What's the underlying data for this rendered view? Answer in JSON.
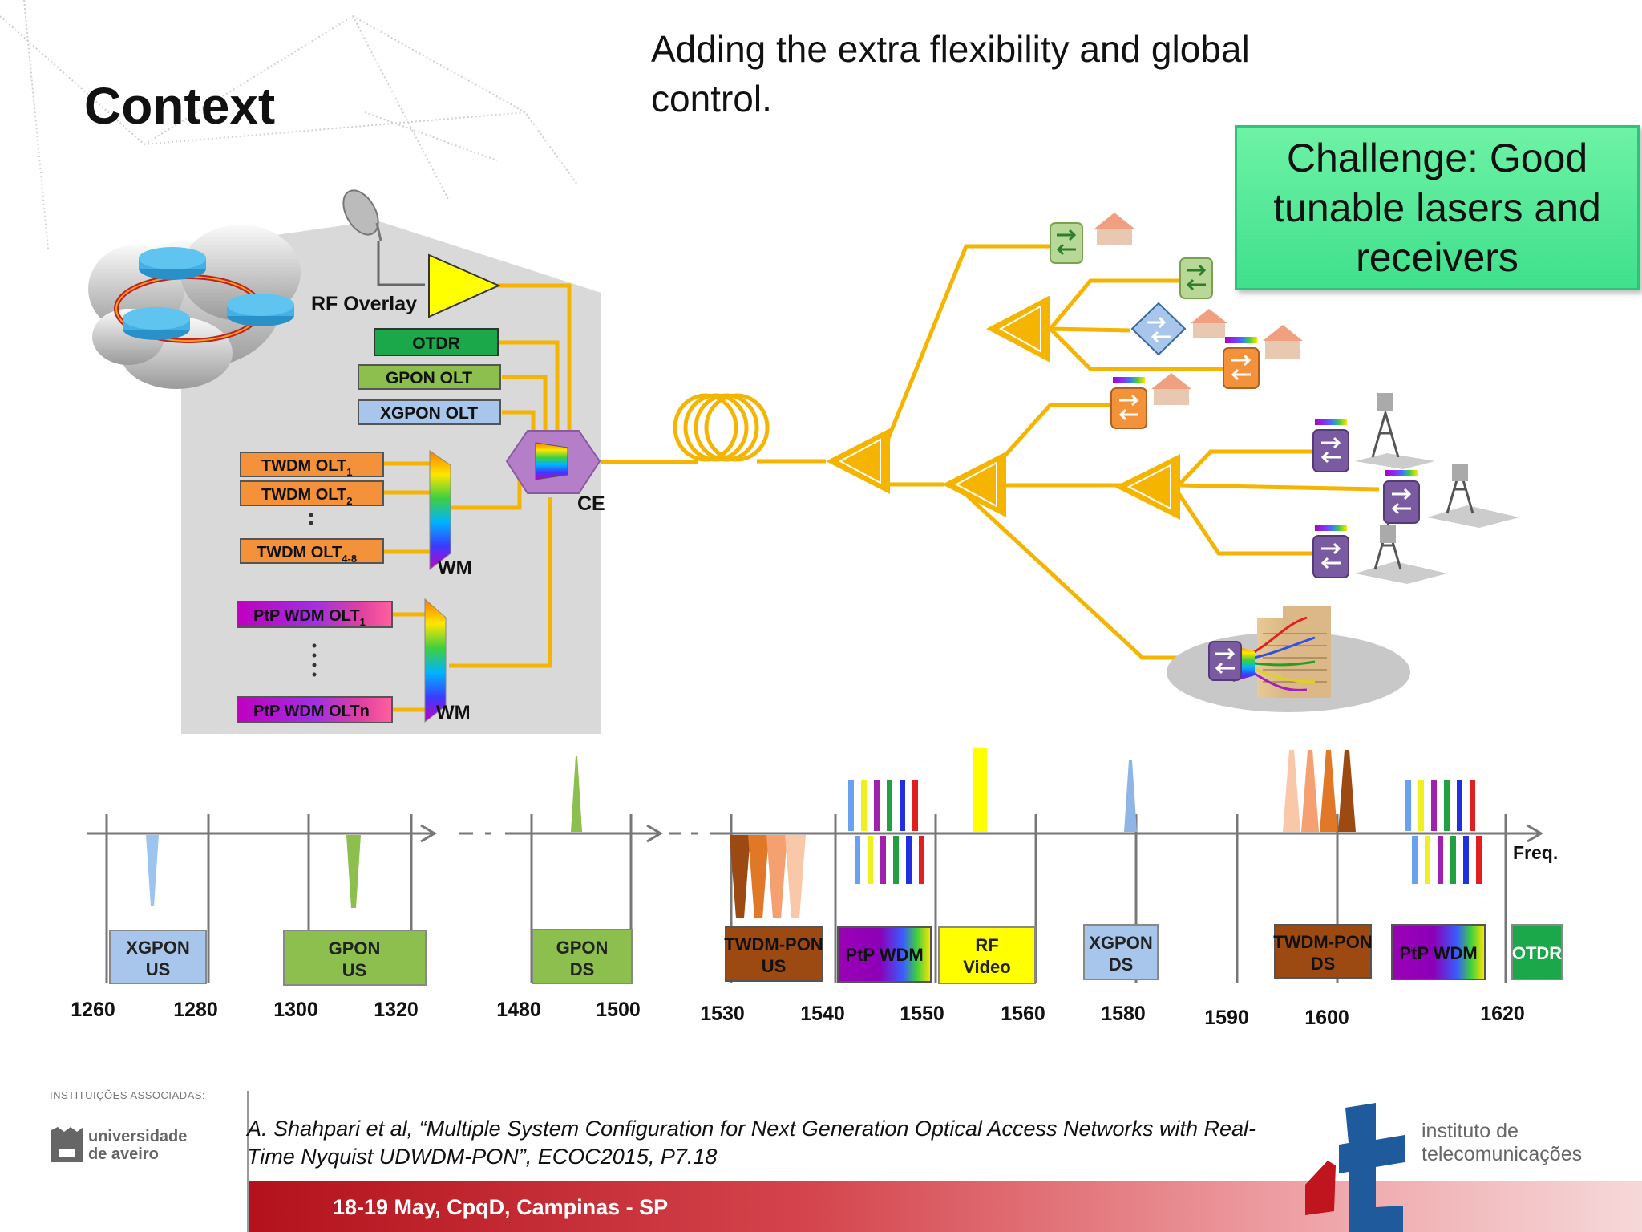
{
  "slide": {
    "title": "Context",
    "subtitle": "Adding the extra flexibility and global control.",
    "challenge": "Challenge: Good tunable lasers and receivers",
    "reference": "A. Shahpari et al, “Multiple System Configuration for Next Generation Optical Access Networks with Real-Time Nyquist UDWDM-PON”, ECOC2015, P7.18",
    "footer": "18-19 May, CpqD, Campinas - SP",
    "institutions_label": "INSTITUIÇÕES ASSOCIADAS:",
    "university": [
      "universidade",
      "de aveiro"
    ],
    "institute": [
      "instituto de",
      "telecomunicações"
    ]
  },
  "central_office": {
    "rf_overlay": "RF Overlay",
    "otdr": "OTDR",
    "gpon_olt": "GPON OLT",
    "xgpon_olt": "XGPON OLT",
    "twdm": [
      "TWDM OLT",
      "TWDM OLT",
      "TWDM OLT"
    ],
    "twdm_sub": [
      "1",
      "2",
      "4-8"
    ],
    "ptp": [
      "PtP WDM OLT",
      "PtP WDM OLTn"
    ],
    "ptp_sub": "1",
    "wm": "WM",
    "ce": "CE"
  },
  "spectrum": {
    "freq_label": "Freq.",
    "ticks": [
      "1260",
      "1280",
      "1300",
      "1320",
      "1480",
      "1500",
      "1530",
      "1540",
      "1550",
      "1560",
      "1580",
      "1590",
      "1600",
      "1620"
    ],
    "bands": [
      {
        "line1": "XGPON",
        "line2": "US"
      },
      {
        "line1": "GPON",
        "line2": "US"
      },
      {
        "line1": "GPON",
        "line2": "DS"
      },
      {
        "line1": "TWDM-PON",
        "line2": "US"
      },
      {
        "line1": "PtP WDM",
        "line2": ""
      },
      {
        "line1": "RF",
        "line2": "Video"
      },
      {
        "line1": "XGPON",
        "line2": "DS"
      },
      {
        "line1": "TWDM-PON",
        "line2": "DS"
      },
      {
        "line1": "PtP WDM",
        "line2": ""
      },
      {
        "line1": "OTDR",
        "line2": ""
      }
    ]
  },
  "colors": {
    "fiber": "#f5b400",
    "otdr_green": "#1aa84a",
    "gpon_green": "#8cbf4e",
    "xgpon_blue": "#a8c6ec",
    "twdm_orange": "#f4913b",
    "twdm_brown": "#9c4a12",
    "rf_yellow": "#ffff00",
    "footer_red": "#b3121c"
  }
}
